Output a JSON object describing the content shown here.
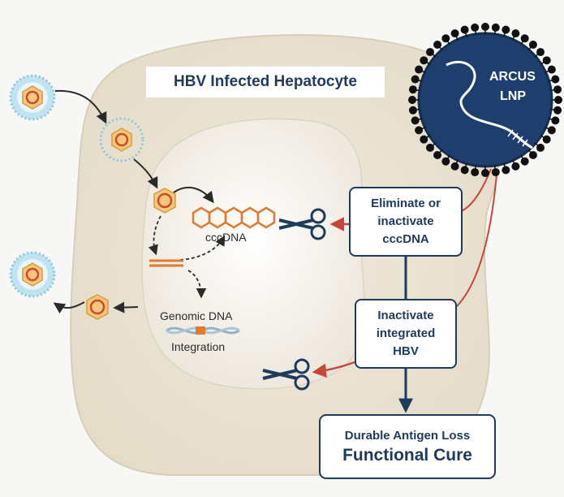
{
  "title": "HBV Infected Hepatocyte",
  "lnp": {
    "line1": "ARCUS",
    "line2": "LNP"
  },
  "labels": {
    "cccdna": "cccDNA",
    "genomic_dna": "Genomic DNA",
    "integration": "Integration"
  },
  "steps": {
    "eliminate": {
      "line1": "Eliminate or",
      "line2": "inactivate",
      "line3": "cccDNA"
    },
    "inactivate": {
      "line1": "Inactivate",
      "line2": "integrated",
      "line3": "HBV"
    }
  },
  "outcome": {
    "subtitle": "Durable Antigen Loss",
    "title": "Functional Cure"
  },
  "colors": {
    "navy": "#1e3a5c",
    "cell": "#ece5d6",
    "nucleus": "#f6f2ea",
    "red_arrow": "#c9453a",
    "orange": "#e07a2e"
  },
  "icons": [
    "scissors-icon",
    "virus-particle-icon",
    "cccdna-ring-icon",
    "lnp-icon"
  ]
}
